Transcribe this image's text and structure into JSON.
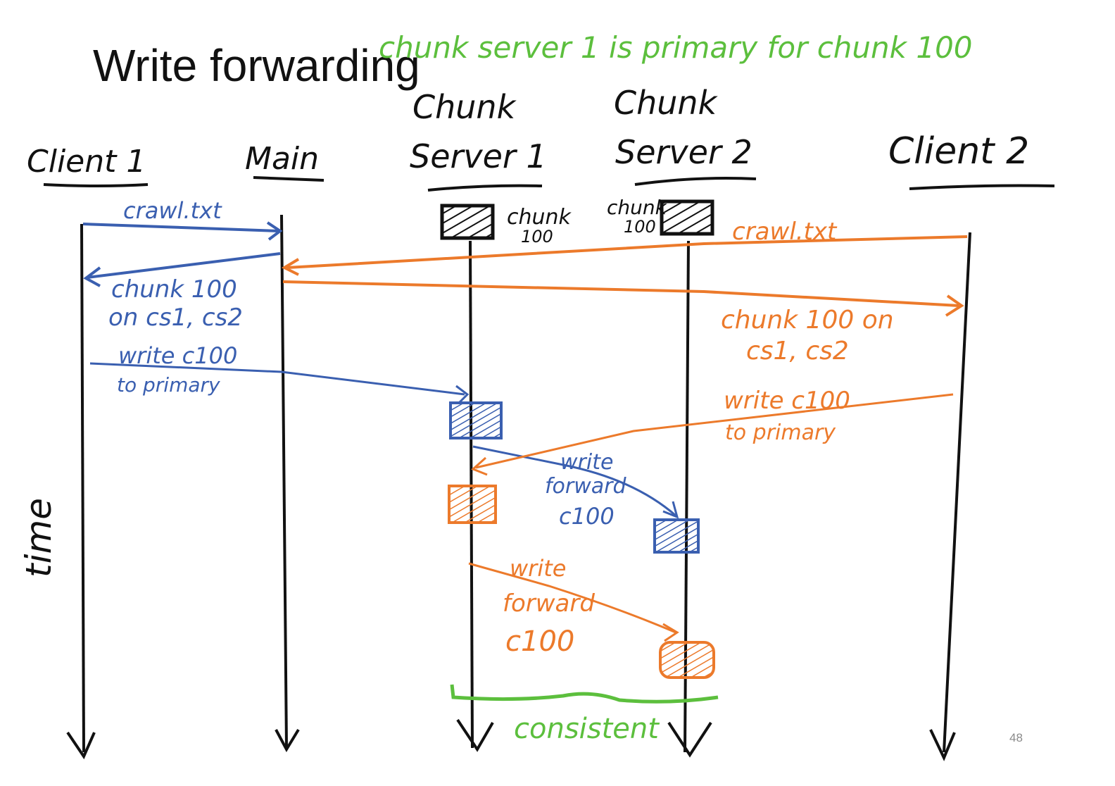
{
  "slide": {
    "title": "Write forwarding",
    "page_number": "48",
    "annotation": "chunk server 1 is primary for chunk 100",
    "time_label": "time",
    "consistent_label": "consistent"
  },
  "participants": {
    "client1": "Client 1",
    "main": "Main",
    "cs1_line1": "Chunk",
    "cs1_line2": "Server 1",
    "cs2_line1": "Chunk",
    "cs2_line2": "Server 2",
    "client2": "Client 2"
  },
  "chunk_labels": {
    "cs1_line1": "chunk",
    "cs1_line2": "100",
    "cs2_line1": "chunk",
    "cs2_line2": "100"
  },
  "messages": {
    "c1_request": "crawl.txt",
    "c1_reply_line1": "chunk 100",
    "c1_reply_line2": "on cs1, cs2",
    "c1_write_line1": "write c100",
    "c1_write_line2": "to primary",
    "c2_request": "crawl.txt",
    "c2_reply_line1": "chunk 100 on",
    "c2_reply_line2": "cs1, cs2",
    "c2_write_line1": "write c100",
    "c2_write_line2": "to primary",
    "blue_forward_line1": "write",
    "blue_forward_line2": "forward",
    "blue_forward_line3": "c100",
    "orange_forward_line1": "write",
    "orange_forward_line2": "forward",
    "orange_forward_line3": "c100"
  },
  "colors": {
    "ink": "#111111",
    "client1": "#3a5fb0",
    "client2": "#ec7a2b",
    "annotation": "#5cbf3d"
  }
}
